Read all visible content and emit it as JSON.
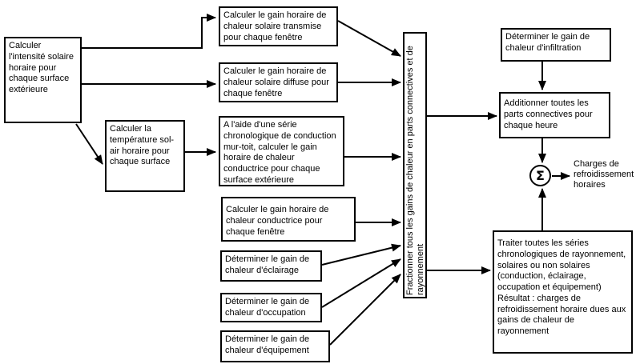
{
  "diagram": {
    "background": "#ffffff",
    "line_color": "#000000",
    "nodes": {
      "intensite": "Calculer l'intensité solaire horaire pour chaque surface extérieure",
      "sol_air": "Calculer la température sol-air horaire pour chaque surface",
      "transmise": "Calculer le gain horaire de chaleur solaire transmise pour chaque fenêtre",
      "diffuse": "Calculer le gain horaire de chaleur solaire diffuse pour chaque fenêtre",
      "conduction_surface": "A l'aide d'une série chronologique de conduction mur-toit, calculer le gain horaire de chaleur conductrice pour chaque surface extérieure",
      "conduction_fenetre": "Calculer le gain horaire de chaleur conductrice pour chaque fenêtre",
      "eclairage": "Déterminer le gain de chaleur d'éclairage",
      "occupation": "Déterminer le gain de chaleur d'occupation",
      "equipement": "Déterminer le gain de chaleur d'équipement",
      "fractionner": "Fractionner tous les gains de chaleur en parts connectives et de rayonnement",
      "infiltration": "Déterminer le gain de chaleur d'infiltration",
      "additionner": "Additionner toutes les parts connectives pour chaque heure",
      "traiter": "Traiter toutes les séries chronologiques de rayonnement, solaires ou non solaires (conduction, éclairage, occupation et équipement)\nRésultat : charges de refroidissement horaire dues aux gains de chaleur de rayonnement",
      "sigma_symbol": "Σ",
      "charges_label": "Charges de refroidissement horaires"
    }
  }
}
